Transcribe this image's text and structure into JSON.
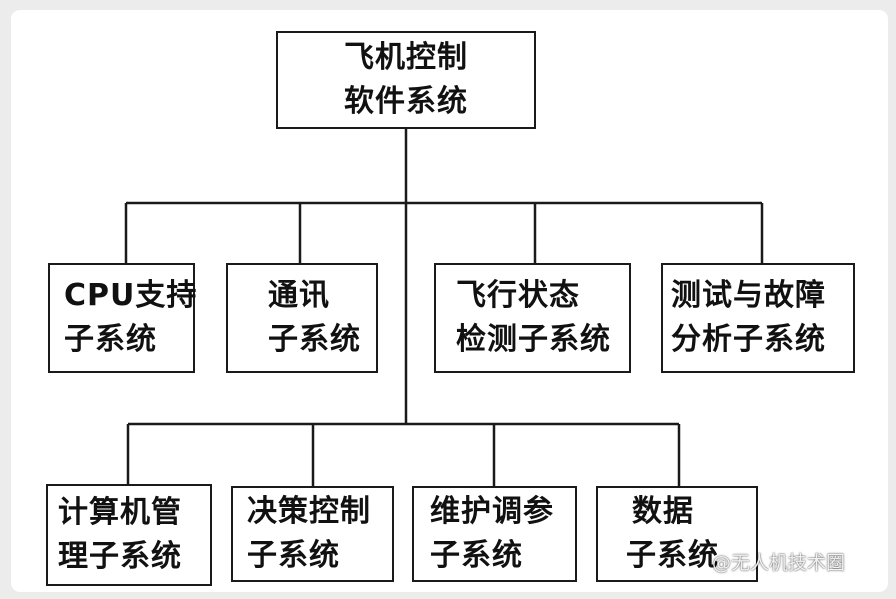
{
  "root": {
    "lines": [
      "飞机控制",
      "软件系统"
    ]
  },
  "row1": [
    {
      "lines": [
        "CPU支持",
        "子系统"
      ]
    },
    {
      "lines": [
        "通讯",
        "子系统"
      ]
    },
    {
      "lines": [
        "飞行状态",
        "检测子系统"
      ]
    },
    {
      "lines": [
        "测试与故障",
        "分析子系统"
      ]
    }
  ],
  "row2": [
    {
      "lines": [
        "计算机管",
        "理子系统"
      ]
    },
    {
      "lines": [
        "决策控制",
        "子系统"
      ]
    },
    {
      "lines": [
        "维护调参",
        "子系统"
      ]
    },
    {
      "lines": [
        "数据",
        "子系统"
      ]
    }
  ],
  "watermark": {
    "text": "@无人机技术圈"
  }
}
